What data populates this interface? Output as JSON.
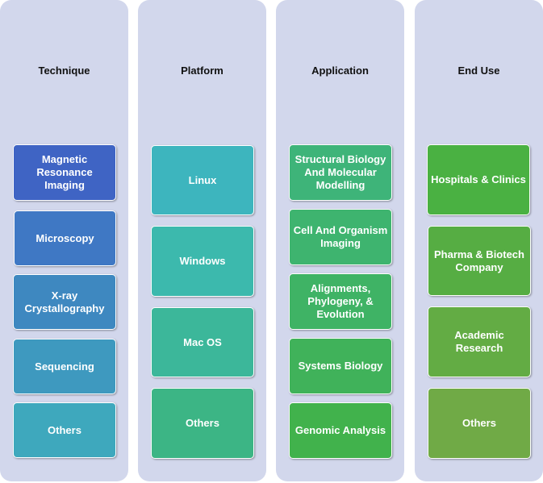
{
  "columns": [
    {
      "title": "Technique",
      "items": [
        {
          "label": "Magnetic Resonance Imaging",
          "color": "#3f64c4"
        },
        {
          "label": "Microscopy",
          "color": "#3f78c4"
        },
        {
          "label": "X-ray Crystallography",
          "color": "#3e88c0"
        },
        {
          "label": "Sequencing",
          "color": "#3e99bf"
        },
        {
          "label": "Others",
          "color": "#3ea8bd"
        }
      ]
    },
    {
      "title": "Platform",
      "items": [
        {
          "label": "Linux",
          "color": "#3db5be"
        },
        {
          "label": "Windows",
          "color": "#3cb9ad"
        },
        {
          "label": "Mac OS",
          "color": "#3cb79a"
        },
        {
          "label": "Others",
          "color": "#3cb585"
        }
      ]
    },
    {
      "title": "Application",
      "items": [
        {
          "label": "Structural Biology And Molecular Modelling",
          "color": "#3eb479"
        },
        {
          "label": "Cell And Organism Imaging",
          "color": "#3eb46f"
        },
        {
          "label": "Alignments, Phylogeny, & Evolution",
          "color": "#3fb365"
        },
        {
          "label": "Systems Biology",
          "color": "#40b25a"
        },
        {
          "label": "Genomic Analysis",
          "color": "#41b24c"
        }
      ]
    },
    {
      "title": "End Use",
      "items": [
        {
          "label": "Hospitals & Clinics",
          "color": "#4ab142"
        },
        {
          "label": "Pharma & Biotech Company",
          "color": "#56ad43"
        },
        {
          "label": "Academic Research",
          "color": "#63ac44"
        },
        {
          "label": "Others",
          "color": "#70aa46"
        }
      ]
    }
  ]
}
